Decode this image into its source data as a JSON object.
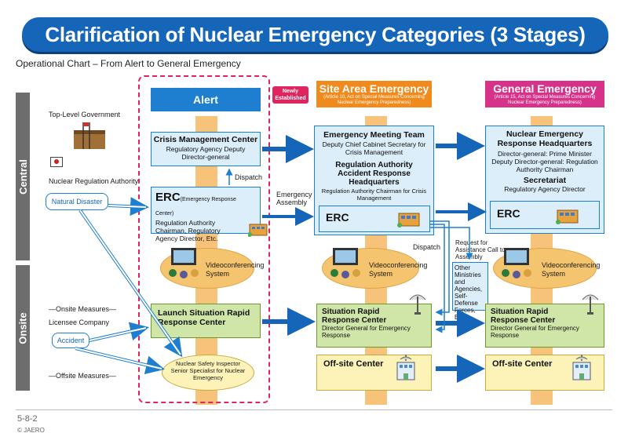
{
  "title": "Clarification of Nuclear Emergency Categories (3 Stages)",
  "subtitle": "Operational Chart – From Alert to General Emergency",
  "rows": {
    "central": "Central",
    "onsite": "Onsite"
  },
  "left": {
    "top_gov": "Top-Level Government",
    "nra": "Nuclear Regulation Authority",
    "natural_disaster": "Natural Disaster",
    "onsite_measures": "—Onsite Measures—",
    "licensee": "Licensee Company",
    "accident": "Accident",
    "offsite_measures": "—Offsite Measures—"
  },
  "newly": "Newly Established",
  "alert": {
    "header": "Alert",
    "cmc_title": "Crisis Management Center",
    "cmc_body": "Regulatory Agency Deputy Director-general",
    "dispatch": "Dispatch",
    "erc_title": "ERC",
    "erc_sub": "(Emergency Response Center)",
    "erc_body": "Regulation Authority Chairman, Regulatory Agency Director, Etc.",
    "video": "Videoconferencing System",
    "launch": "Launch Situation Rapid Response Center",
    "inspector": "Nuclear Safety Inspector Senior Specialist for Nuclear Emergency"
  },
  "emergency_assembly": "Emergency Assembly",
  "site": {
    "header": "Site Area Emergency",
    "header_sub": "(Article 10, Act on Special Measures Concerning Nuclear Emergency Preparedness)",
    "emt_title": "Emergency Meeting Team",
    "emt_body": "Deputy Chief Cabinet Secretary for Crisis Management",
    "rar_title": "Regulation Authority Accident Response Headquarters",
    "rar_body": "Regulation Authority Chairman for Crisis Management",
    "erc": "ERC",
    "dispatch": "Dispatch",
    "video": "Videoconferencing System",
    "srr_title": "Situation Rapid Response Center",
    "srr_body": "Director General for Emergency Response",
    "offsite": "Off-site Center"
  },
  "request": "Request for Assistance Call to Assembly",
  "other_ministries": "Other Ministries and Agencies, Self-Defense Forces, Etc.",
  "general": {
    "header": "General Emergency",
    "header_sub": "(Article 15, Act on Special Measures Concerning Nuclear Emergency Preparedness)",
    "nerh_title": "Nuclear Emergency Response Headquarters",
    "nerh_body1": "Director-general: Prime Minister",
    "nerh_body2": "Deputy Director-general: Regulation Authority Chairman",
    "sec_title": "Secretariat",
    "sec_body": "Regulatory Agency Director",
    "erc": "ERC",
    "video": "Videoconferencing System",
    "srr_title": "Situation Rapid Response Center",
    "srr_body": "Director General for Emergency Response",
    "offsite": "Off-site Center"
  },
  "footer": {
    "code": "5-8-2",
    "copy": "© JAERO"
  },
  "colors": {
    "banner": "#1565b8",
    "alert": "#1e7fd1",
    "site": "#f08a1c",
    "general": "#d6328a",
    "dashed": "#e0245e"
  },
  "icons": [
    "building-icon",
    "videoconference-icon",
    "satellite-dish-icon",
    "hospital-icon"
  ]
}
